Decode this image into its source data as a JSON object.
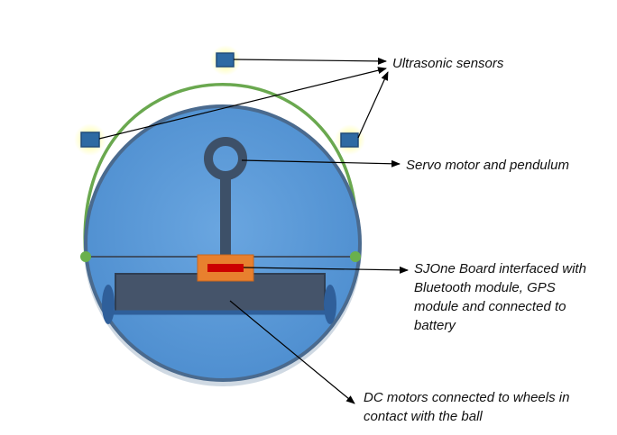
{
  "labels": {
    "ultrasonic_sensors": "Ultrasonic sensors",
    "servo_motor": "Servo motor and pendulum",
    "sjone_board": "SJOne Board interfaced with\nBluetooth module, GPS\nmodule and connected to\nbattery",
    "dc_motors": "DC motors connected to wheels in\ncontact with the ball"
  },
  "colors": {
    "ball_fill": "#5a9ad8",
    "ball_edge": "#4a6a8e",
    "arc": "#6aa84f",
    "joint": "#6ab04c",
    "sensor": "#2e6aa3",
    "sensor_glow": "#ffff66",
    "pendulum": "#3d5068",
    "board": "#e8802e",
    "chip": "#cc0000",
    "motor_block": "#45546a",
    "wheel": "#2f5f9a"
  },
  "icons": {
    "sensor": "square-sensor-icon",
    "servo": "ring-servo-icon",
    "board": "board-chip-icon"
  }
}
